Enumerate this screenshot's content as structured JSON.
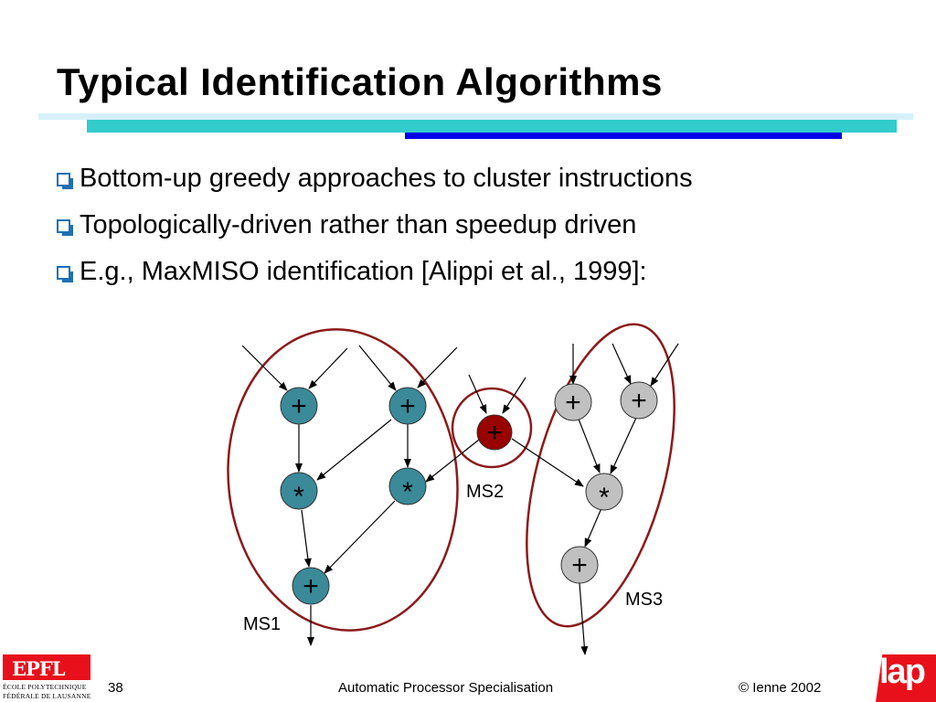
{
  "slide": {
    "title": "Typical Identification Algorithms",
    "bullets": [
      "Bottom-up greedy approaches to cluster instructions",
      "Topologically-driven rather than speedup driven",
      "E.g., MaxMISO identification [Alippi et al., 1999]:"
    ]
  },
  "diagram": {
    "cluster_labels": [
      "MS1",
      "MS2",
      "MS3"
    ],
    "nodes": [
      {
        "id": "a1",
        "op": "+",
        "color": "teal"
      },
      {
        "id": "a2",
        "op": "+",
        "color": "teal"
      },
      {
        "id": "m1",
        "op": "*",
        "color": "teal"
      },
      {
        "id": "m2",
        "op": "*",
        "color": "teal"
      },
      {
        "id": "a3",
        "op": "+",
        "color": "teal"
      },
      {
        "id": "r1",
        "op": "+",
        "color": "darkred"
      },
      {
        "id": "g1",
        "op": "+",
        "color": "gray"
      },
      {
        "id": "g2",
        "op": "+",
        "color": "gray"
      },
      {
        "id": "g3",
        "op": "*",
        "color": "gray"
      },
      {
        "id": "g4",
        "op": "+",
        "color": "gray"
      }
    ],
    "colors": {
      "teal": "#3a8a99",
      "darkred": "#990000",
      "gray": "#c0c0c0",
      "cluster": "#8b1a1a"
    }
  },
  "footer": {
    "page_number": "38",
    "course": "Automatic Processor Specialisation",
    "copyright": "© Ienne 2002",
    "epfl_line1": "ÉCOLE POLYTECHNIQUE",
    "epfl_line2": "FÉDÉRALE DE LAUSANNE",
    "epfl_mark": "EPFL",
    "lap_mark": "lap"
  }
}
